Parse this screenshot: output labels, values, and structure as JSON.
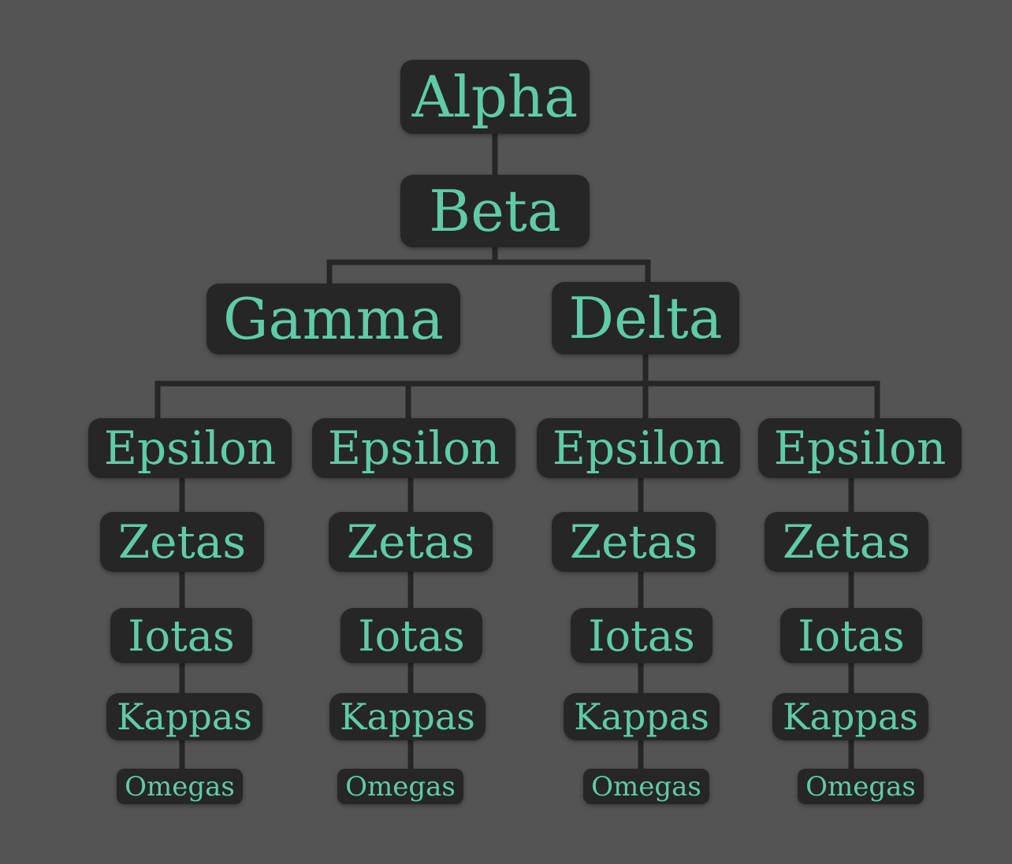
{
  "nodes": {
    "alpha": "Alpha",
    "beta": "Beta",
    "gamma": "Gamma",
    "delta": "Delta",
    "branches": [
      {
        "epsilon": "Epsilon",
        "zetas": "Zetas",
        "iotas": "Iotas",
        "kappas": "Kappas",
        "omegas": "Omegas"
      },
      {
        "epsilon": "Epsilon",
        "zetas": "Zetas",
        "iotas": "Iotas",
        "kappas": "Kappas",
        "omegas": "Omegas"
      },
      {
        "epsilon": "Epsilon",
        "zetas": "Zetas",
        "iotas": "Iotas",
        "kappas": "Kappas",
        "omegas": "Omegas"
      },
      {
        "epsilon": "Epsilon",
        "zetas": "Zetas",
        "iotas": "Iotas",
        "kappas": "Kappas",
        "omegas": "Omegas"
      }
    ]
  },
  "colors": {
    "background": "#545454",
    "node_fill": "#262626",
    "node_text": "#5fcba8",
    "connector": "#262626"
  }
}
